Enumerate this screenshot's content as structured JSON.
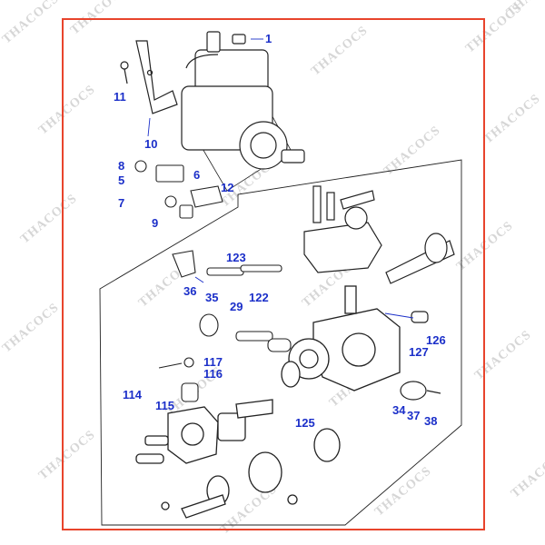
{
  "diagram": {
    "watermark_text": "THACOCS",
    "frame_color": "#e8442c",
    "callout_color": "#1b2fc9",
    "callouts": [
      "1",
      "11",
      "10",
      "8",
      "5",
      "6",
      "7",
      "12",
      "9",
      "123",
      "36",
      "35",
      "122",
      "29",
      "117",
      "116",
      "114",
      "115",
      "126",
      "127",
      "34",
      "37",
      "38",
      "125"
    ]
  }
}
